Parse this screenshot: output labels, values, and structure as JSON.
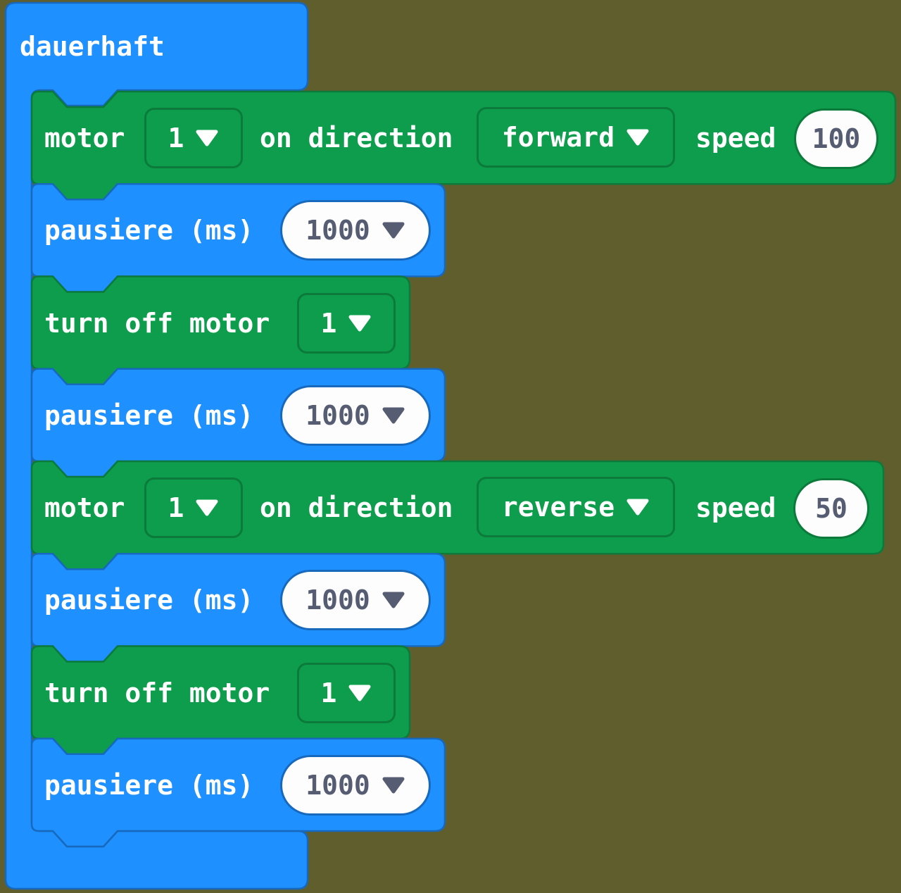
{
  "colors": {
    "workspace_bg": "#615e2e",
    "block_blue": "#1e90ff",
    "block_blue_border": "#1769bd",
    "block_green": "#0d9d4c",
    "block_green_border": "#0b7a3a",
    "field_bg": "#fdfdfd",
    "field_text": "#565d73"
  },
  "forever_block": {
    "label": "dauerhaft"
  },
  "blocks": [
    {
      "kind": "motor-on",
      "motor_label": "motor",
      "motor_value": "1",
      "direction_label": "on direction",
      "direction_value": "forward",
      "speed_label": "speed",
      "speed_value": "100"
    },
    {
      "kind": "pause",
      "label": "pausiere (ms)",
      "duration_value": "1000"
    },
    {
      "kind": "motor-off",
      "label": "turn off motor",
      "motor_value": "1"
    },
    {
      "kind": "pause",
      "label": "pausiere (ms)",
      "duration_value": "1000"
    },
    {
      "kind": "motor-on",
      "motor_label": "motor",
      "motor_value": "1",
      "direction_label": "on direction",
      "direction_value": "reverse",
      "speed_label": "speed",
      "speed_value": "50"
    },
    {
      "kind": "pause",
      "label": "pausiere (ms)",
      "duration_value": "1000"
    },
    {
      "kind": "motor-off",
      "label": "turn off motor",
      "motor_value": "1"
    },
    {
      "kind": "pause",
      "label": "pausiere (ms)",
      "duration_value": "1000"
    }
  ]
}
